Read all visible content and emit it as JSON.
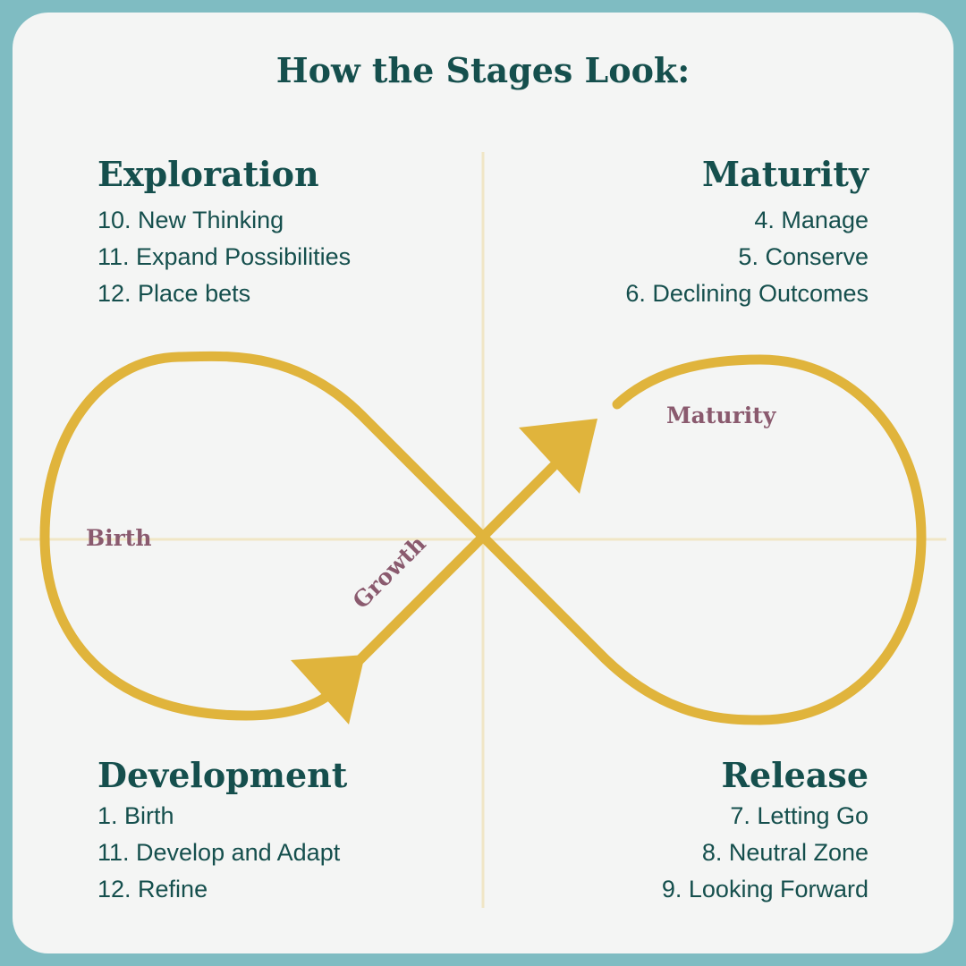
{
  "title": "How the Stages Look:",
  "quadrants": {
    "exploration": {
      "heading": "Exploration",
      "items": [
        "10. New Thinking",
        "11. Expand Possibilities",
        "12. Place bets"
      ]
    },
    "maturity": {
      "heading": "Maturity",
      "items": [
        "4. Manage",
        "5. Conserve",
        "6. Declining Outcomes"
      ]
    },
    "development": {
      "heading": "Development",
      "items": [
        "1. Birth",
        "11. Develop and Adapt",
        "12. Refine"
      ]
    },
    "release": {
      "heading": "Release",
      "items": [
        "7. Letting Go",
        "8. Neutral Zone",
        "9. Looking Forward"
      ]
    }
  },
  "diagram": {
    "labels": {
      "birth": "Birth",
      "growth": "Growth",
      "maturity": "Maturity"
    }
  },
  "colors": {
    "background": "#7fbcc2",
    "card": "#f4f5f4",
    "text": "#154f4d",
    "curve": "#e0b43c",
    "axis": "#f0e6c6",
    "label": "#8a5a6e"
  }
}
